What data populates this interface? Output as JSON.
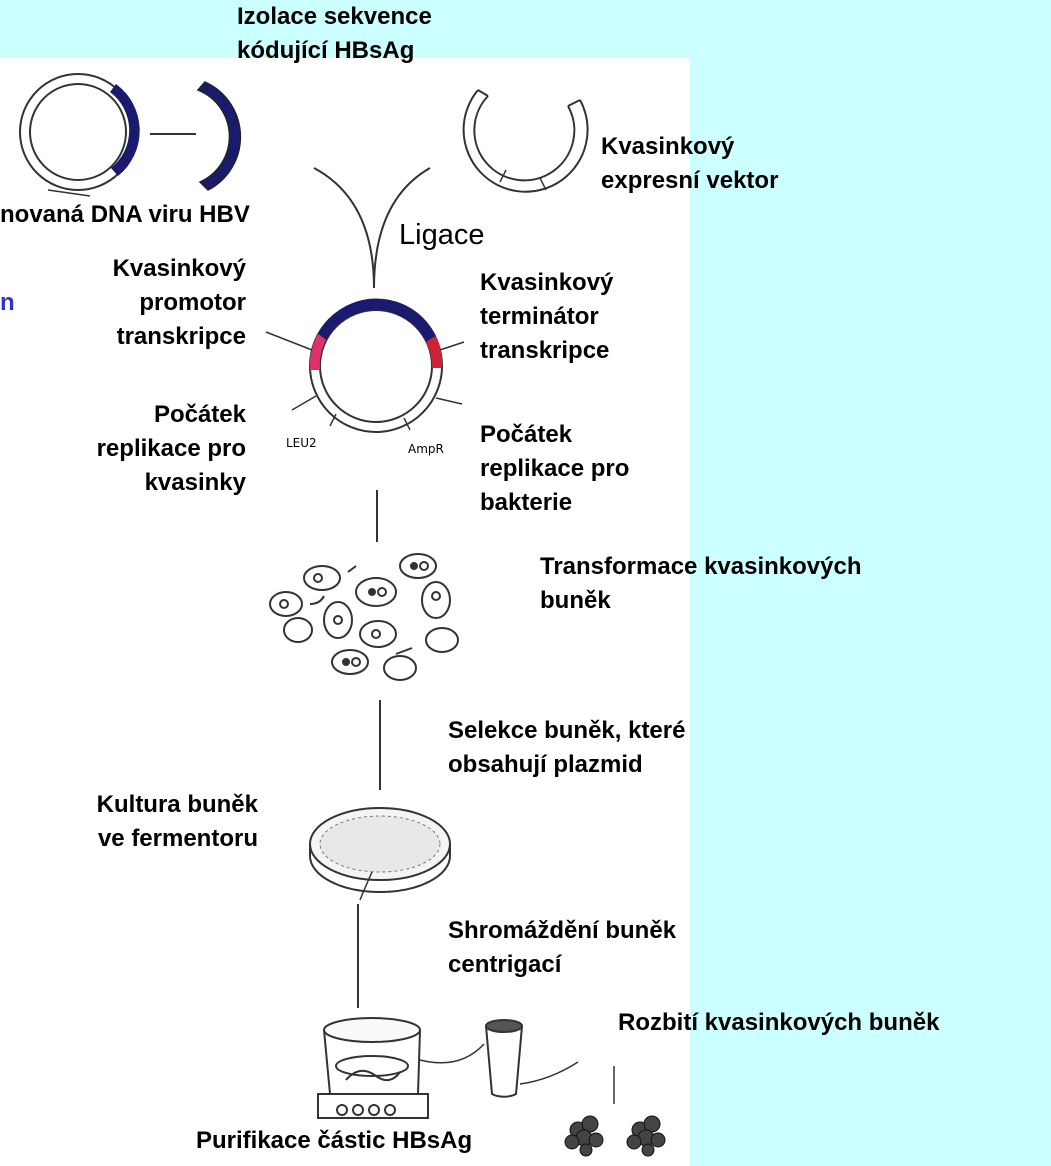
{
  "colors": {
    "background": "#ccffff",
    "panel": "#ffffff",
    "dna_insert": "#1a1a6e",
    "promoter": "#e0306a",
    "terminator": "#cc2233",
    "side_text": "#3333cc"
  },
  "labels": {
    "isolation": [
      "Izolace sekvence",
      "kódující HBsAg"
    ],
    "hbv_dna": "novaná DNA viru HBV",
    "vector": [
      "Kvasinkový",
      "expresní vektor"
    ],
    "ligation": "Ligace",
    "side_fragment": "n",
    "promoter": [
      "Kvasinkový",
      "promotor",
      "transkripce"
    ],
    "terminator": [
      "Kvasinkový",
      "terminátor",
      "transkripce"
    ],
    "ori_yeast": [
      "Počátek",
      "replikace pro",
      "kvasinky"
    ],
    "ori_bacteria": [
      "Počátek",
      "replikace pro",
      "bakterie"
    ],
    "plasmid_marker_left": "LEU2",
    "plasmid_marker_right": "AmpR",
    "transformation": [
      "Transformace kvasinkových",
      "buněk"
    ],
    "selection": [
      "Selekce buněk, které",
      "obsahují plazmid"
    ],
    "culture": [
      "Kultura buněk",
      "ve fermentoru"
    ],
    "harvest": [
      "Shromáždění buněk",
      "centrigací"
    ],
    "disruption": "Rozbití kvasinkových buněk",
    "purification": "Purifikace částic HBsAg"
  }
}
